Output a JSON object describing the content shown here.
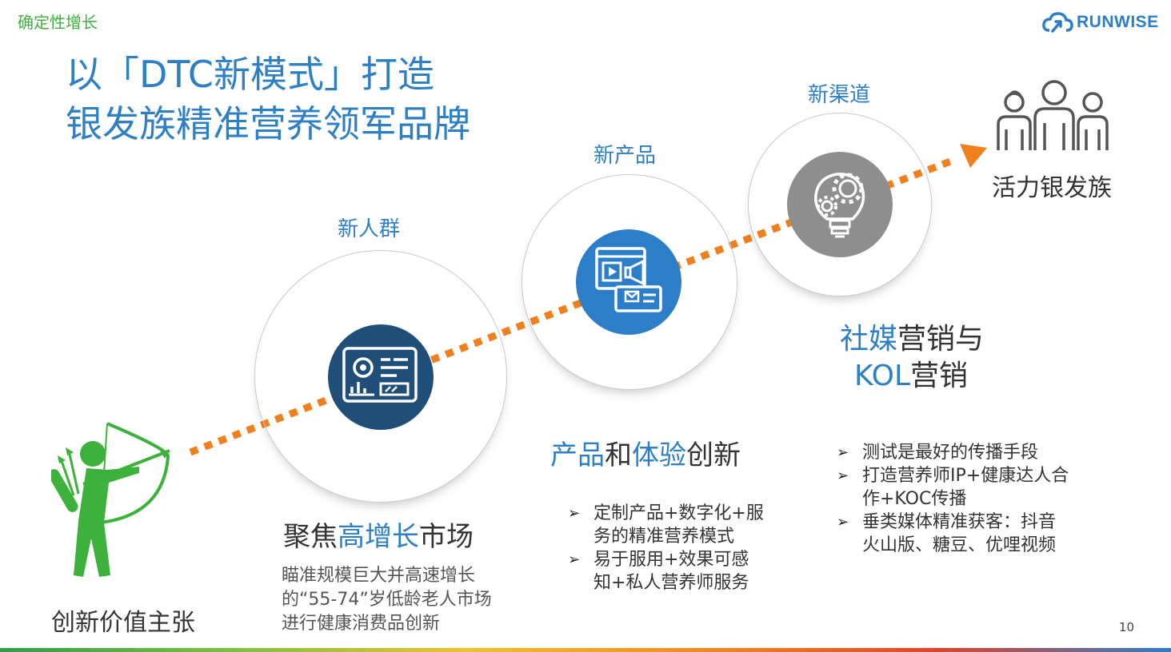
{
  "section_tag": "确定性增长",
  "logo": {
    "text": "RUNWISE",
    "icon": "cloud-logo-icon"
  },
  "title": {
    "line1": "以「DTC新模式」打造",
    "line2": "银发族精准营养领军品牌"
  },
  "stages": {
    "crowd": {
      "label": "新人群",
      "icon": "dashboard-monitor-icon"
    },
    "product": {
      "label": "新产品",
      "icon": "media-marketing-icon"
    },
    "channel": {
      "label": "新渠道",
      "icon": "lightbulb-gear-icon"
    }
  },
  "left_block": {
    "icon": "archer-icon",
    "caption": "创新价值主张"
  },
  "target": {
    "icon": "people-group-icon",
    "caption": "活力银发族"
  },
  "market_section": {
    "heading_pre": "聚焦",
    "heading_hl": "高增长",
    "heading_post": "市场",
    "body": "瞄准规模巨大并高速增长的“55-74”岁低龄老人市场进行健康消费品创新"
  },
  "product_section": {
    "heading_a": "产品",
    "heading_b": "和",
    "heading_c": "体验",
    "heading_d": "创新",
    "bullets": [
      "定制产品+数字化+服务的精准营养模式",
      "易于服用+效果可感知+私人营养师服务"
    ]
  },
  "channel_section": {
    "heading_hl1": "社媒",
    "heading_rest1": "营销与",
    "heading_hl2": "KOL",
    "heading_rest2": "营销",
    "bullets": [
      "测试是最好的传播手段",
      "打造营养师IP+健康达人合作+KOC传播",
      "垂类媒体精准获客：抖音火山版、糖豆、优哩视频"
    ]
  },
  "page_number": "10",
  "colors": {
    "title_blue": "#2e7fc4",
    "arrow_orange": "#f07f1e",
    "navy": "#1f4e79",
    "mid_blue": "#2c7ec8",
    "gray": "#8e8e8e",
    "green": "#3cb13c"
  }
}
